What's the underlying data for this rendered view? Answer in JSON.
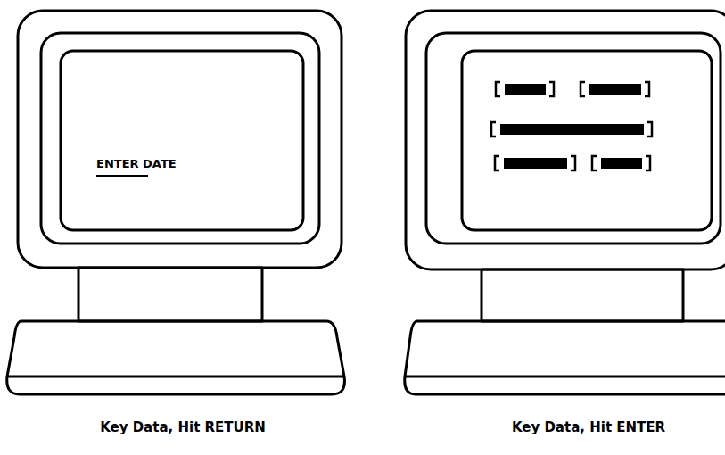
{
  "diagram": {
    "labels": [
      "ENTER DATE",
      "Key Data, Hit RETURN",
      "Key Data, Hit ENTER"
    ]
  }
}
